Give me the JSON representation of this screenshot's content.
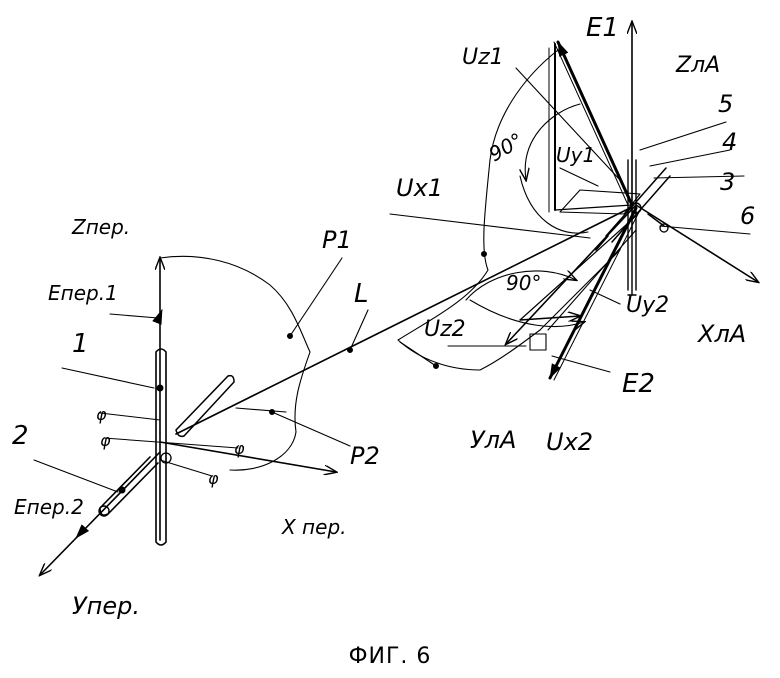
{
  "labels": {
    "E1": "E1",
    "Uz1": "Uz1",
    "Z_LA": "ZлА",
    "n5": "5",
    "n4": "4",
    "Uy1": "Uy1",
    "deg90_top": "90°",
    "Ux1": "Ux1",
    "n3": "3",
    "n6": "6",
    "Z_per": "Zпер.",
    "P1": "P1",
    "L": "L",
    "deg90_mid": "90°",
    "E_per1": "Eпер.1",
    "Uz2": "Uz2",
    "Uy2": "Uy2",
    "X_LA": "XлА",
    "n1": "1",
    "E2": "E2",
    "Y_LA": "УлА",
    "Ux2": "Ux2",
    "P2": "P2",
    "n2": "2",
    "E_per2": "Eпер.2",
    "X_per": "X пер.",
    "Y_per": "Упер."
  },
  "caption": "ФИГ. 6"
}
